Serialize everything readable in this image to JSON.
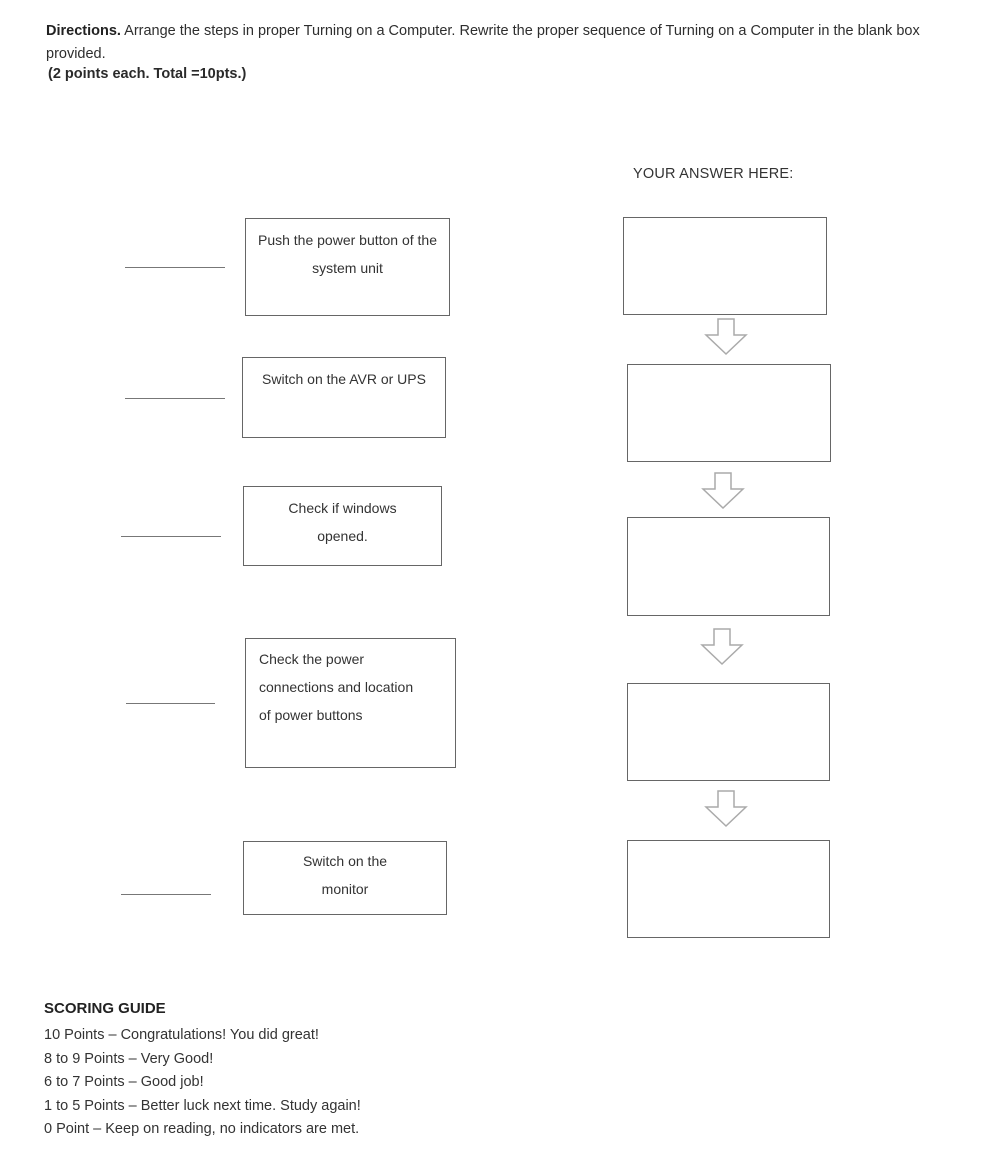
{
  "header": {
    "directions_label": "Directions.",
    "directions_text": " Arrange the steps in proper Turning on a Computer. Rewrite the proper sequence of Turning on a Computer in the blank box provided.",
    "points_note": "(2 points each. Total =10pts.)"
  },
  "answer_section": {
    "label": "YOUR ANSWER HERE:",
    "boxes": [
      "",
      "",
      "",
      "",
      ""
    ]
  },
  "steps": [
    {
      "blank": "",
      "text": "Push the power button of the system unit"
    },
    {
      "blank": "",
      "text": "Switch on the AVR or UPS"
    },
    {
      "blank": "",
      "text": "Check if windows opened."
    },
    {
      "blank": "",
      "text": "Check the power connections and location of power buttons"
    },
    {
      "blank": "",
      "text": "Switch on the monitor"
    }
  ],
  "scoring_guide": {
    "title": "SCORING GUIDE",
    "items": [
      "10 Points – Congratulations! You did great!",
      "8 to 9 Points – Very Good!",
      "6 to 7 Points – Good job!",
      "1 to 5 Points – Better luck next time. Study again!",
      "0 Point – Keep on reading, no indicators are met."
    ]
  }
}
